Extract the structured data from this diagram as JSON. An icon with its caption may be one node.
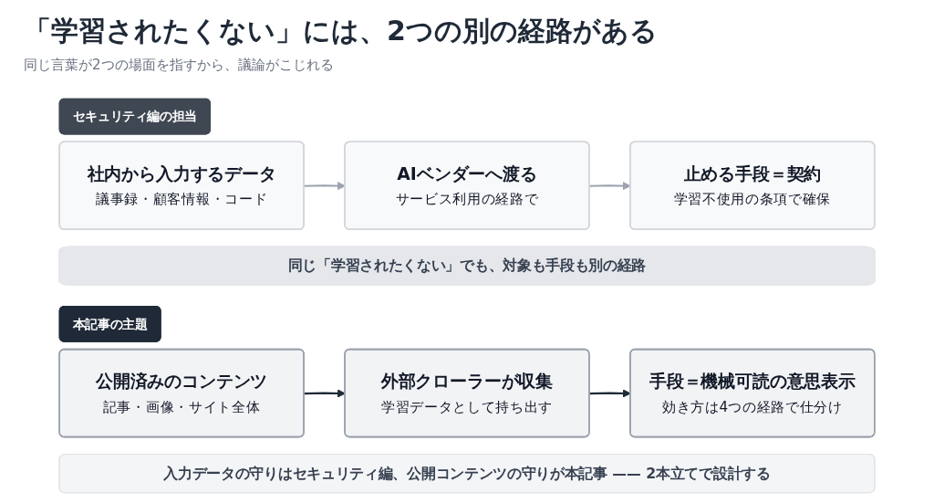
{
  "diagram": {
    "title": "「学習されたくない」には、2つの別の経路がある",
    "nodes": [
      {
        "text": [
          "セキュリティ編の担当"
        ]
      },
      {
        "text": [
          "社内から入力するデータ",
          "議事録・顧客情報・コード"
        ]
      },
      {
        "text": [
          "AIベンダーへ渡る",
          "サービス利用の経路で"
        ]
      },
      {
        "text": [
          "止める手段＝契約",
          "学習不使用の条項で確保"
        ]
      },
      {
        "text": [
          "同じ「学習されたくない」でも、対象も手段も別の経路"
        ]
      },
      {
        "text": [
          "本記事の主題"
        ]
      },
      {
        "text": [
          "公開済みのコンテンツ",
          "記事・画像・サイト全体"
        ]
      },
      {
        "text": [
          "外部クローラーが収集",
          "学習データとして持ち出す"
        ]
      },
      {
        "text": [
          "手段＝機械可読の意思表示",
          "効き方は4つの経路で仕分け"
        ]
      },
      {
        "text": [
          "入力データの守りはセキュリティ編、公開コンテンツの守りが本記事 —— 2本立てで設計する"
        ]
      }
    ],
    "edges": [
      {
        "from": 1,
        "to": 2,
        "arrow": "to",
        "color": "#9ca3af"
      },
      {
        "from": 2,
        "to": 3,
        "arrow": "to",
        "color": "#9ca3af"
      },
      {
        "from": 6,
        "to": 7,
        "arrow": "to",
        "color": "#1f2937"
      },
      {
        "from": 7,
        "to": 8,
        "arrow": "to",
        "color": "#1f2937"
      }
    ],
    "labels": [
      "同じ言葉が2つの場面を指すから、議論がこじれる"
    ]
  }
}
